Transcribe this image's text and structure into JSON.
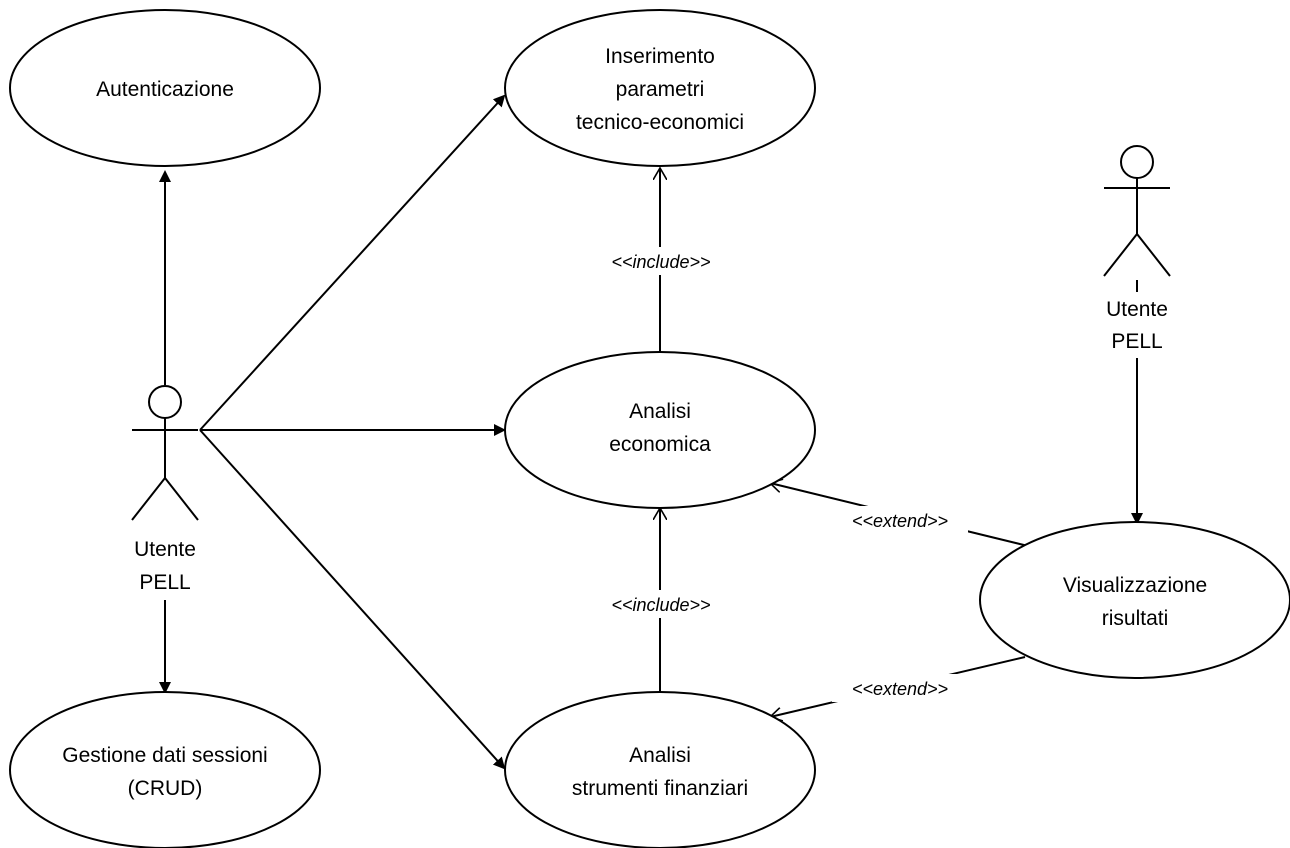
{
  "use_cases": {
    "autenticazione": [
      "Autenticazione"
    ],
    "inserimento": [
      "Inserimento",
      "parametri",
      "tecnico-economici"
    ],
    "analisi_economica": [
      "Analisi",
      "economica"
    ],
    "gestione": [
      "Gestione dati sessioni",
      "(CRUD)"
    ],
    "analisi_strumenti": [
      "Analisi",
      "strumenti finanziari"
    ],
    "visualizzazione": [
      "Visualizzazione",
      "risultati"
    ]
  },
  "actors": {
    "left": [
      "Utente",
      "PELL"
    ],
    "right": [
      "Utente",
      "PELL"
    ]
  },
  "stereotypes": {
    "include_top": "<<include>>",
    "include_bottom": "<<include>>",
    "extend_top": "<<extend>>",
    "extend_bottom": "<<extend>>"
  }
}
